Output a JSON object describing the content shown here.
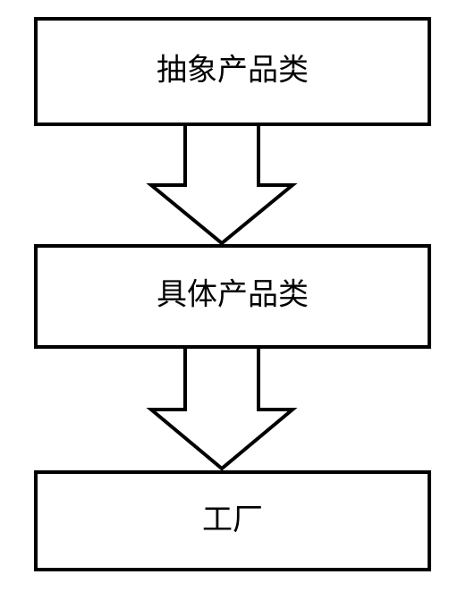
{
  "diagram": {
    "nodes": [
      {
        "label": "抽象产品类"
      },
      {
        "label": "具体产品类"
      },
      {
        "label": "工厂"
      }
    ],
    "stroke_color": "#000000",
    "fill_color": "#ffffff"
  }
}
